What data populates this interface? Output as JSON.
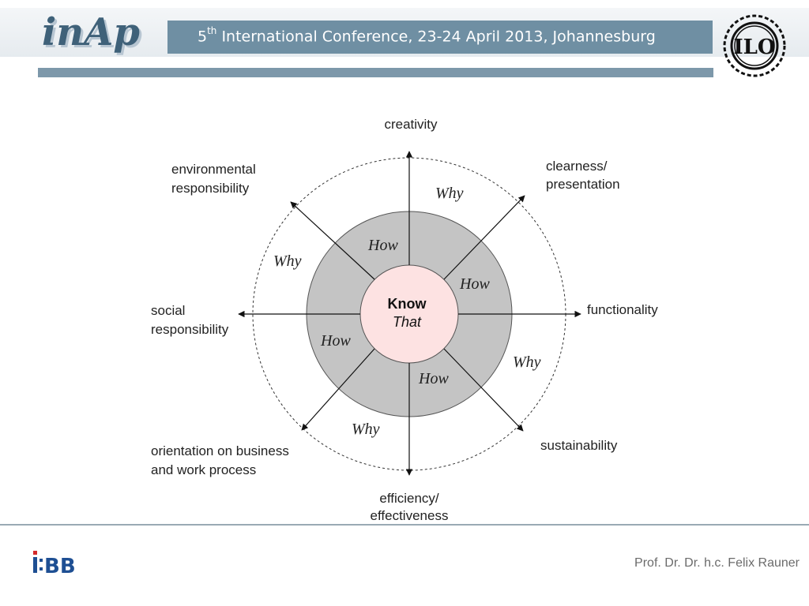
{
  "header": {
    "conference_number": "5",
    "conference_sup": "th",
    "conference_title": "International Conference, 23-24 April 2013, Johannesburg",
    "left_logo_text": "inAp",
    "right_logo_text": "ILO"
  },
  "diagram": {
    "center": {
      "line1": "Know",
      "line2": "That"
    },
    "inner_ring_label": "How",
    "outer_ring_label": "Why",
    "axes": {
      "top": "creativity",
      "top_right": [
        "clearness/",
        "presentation"
      ],
      "right": "functionality",
      "bottom_right": "sustainability",
      "bottom": [
        "efficiency/",
        "effectiveness"
      ],
      "bottom_left": [
        "orientation on business",
        "and work process"
      ],
      "left": [
        "social",
        "responsibility"
      ],
      "top_left": [
        "environmental",
        "responsibility"
      ]
    },
    "colors": {
      "inner_ring_fill": "#c4c4c4",
      "center_fill": "#fde2e2",
      "header_bar": "#6f8fa3"
    }
  },
  "footer": {
    "logo_text": "i:BB",
    "author": "Prof. Dr. Dr. h.c. Felix Rauner"
  }
}
